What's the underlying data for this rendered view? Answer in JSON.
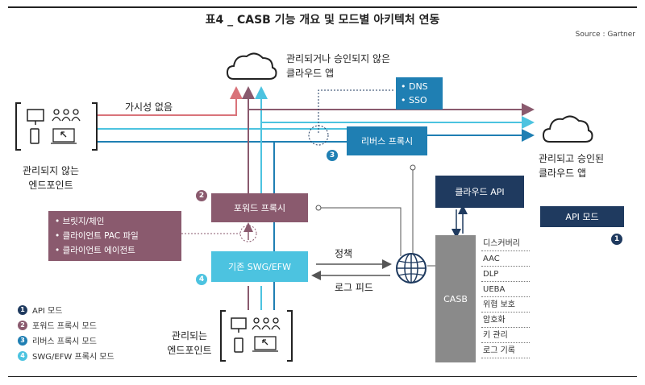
{
  "header": {
    "title": "표4 _ CASB 기능 개요 및 모드별 아키텍처 연동",
    "source": "Source : Gartner"
  },
  "labels": {
    "unmanaged_cloud": [
      "관리되거나 승인되지 않은",
      "클라우드 앱"
    ],
    "dns": "• DNS",
    "sso": "• SSO",
    "visibility_none": "가시성 없음",
    "unmanaged_endpoint": [
      "관리되지 않는",
      "엔드포인트"
    ],
    "reverse_proxy": "리버스 프록시",
    "managed_cloud": [
      "관리되고 승인된",
      "클라우드 앱"
    ],
    "cloud_api": "클라우드 API",
    "api_mode": "API 모드",
    "forward_proxy": "포워드 프록시",
    "forward_options": [
      "• 브릿지/체인",
      "• 클라이언트 PAC 파일",
      "• 클라이언트 에이전트"
    ],
    "swg": "기존 SWG/EFW",
    "policy": "정책",
    "log_feed": "로그 피드",
    "managed_endpoint": [
      "관리되는",
      "엔드포인트"
    ],
    "casb": "CASB",
    "casb_functions": [
      "디스커버리",
      "AAC",
      "DLP",
      "UEBA",
      "위협 보호",
      "암호화",
      "키 관리",
      "로그 기록"
    ]
  },
  "badges": {
    "reverse": "3",
    "forward": "2",
    "swg": "4",
    "api": "1"
  },
  "legend": [
    {
      "num": "1",
      "label": "API 모드",
      "color": "#1f3a5f"
    },
    {
      "num": "2",
      "label": "포워드 프록시 모드",
      "color": "#8a5a6e"
    },
    {
      "num": "3",
      "label": "리버스 프록시 모드",
      "color": "#1f7fb3"
    },
    {
      "num": "4",
      "label": "SWG/EFW 프록시 모드",
      "color": "#4cc3e0"
    }
  ],
  "colors": {
    "navy": "#1f3a5f",
    "mauve": "#8a5a6e",
    "blue": "#1f7fb3",
    "cyan": "#4cc3e0",
    "casb_gray": "#8a8a8a",
    "arrow_red": "#d9737a"
  }
}
